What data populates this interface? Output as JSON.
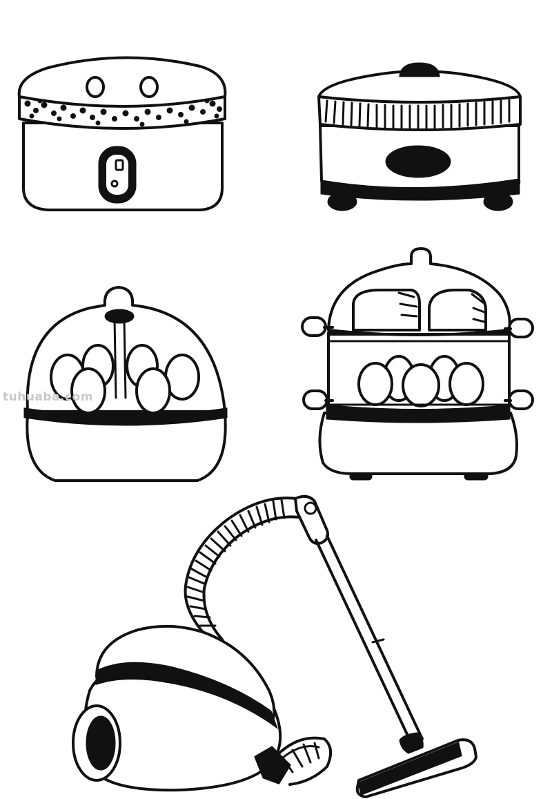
{
  "watermark": {
    "text": "tuhuaba.com",
    "color": "#c9c9c9"
  },
  "colors": {
    "ink": "#111111",
    "background": "#ffffff"
  },
  "drawings": [
    {
      "name": "rice-cooker-drawing"
    },
    {
      "name": "slow-cooker-drawing"
    },
    {
      "name": "egg-cooker-drawing"
    },
    {
      "name": "double-steamer-drawing"
    },
    {
      "name": "vacuum-cleaner-drawing"
    }
  ]
}
